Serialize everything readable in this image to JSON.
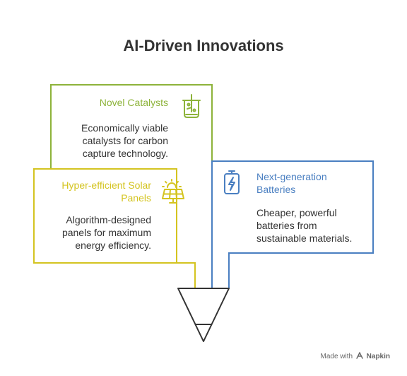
{
  "title": "AI-Driven Innovations",
  "colors": {
    "catalysts": "#8DB33A",
    "solar": "#D4C420",
    "batteries": "#4A7FC1",
    "funnel": "#333333"
  },
  "items": [
    {
      "heading": "Novel Catalysts",
      "lines": [
        "Economically viable",
        "catalysts for carbon",
        "capture technology."
      ],
      "icon": "beaker-icon"
    },
    {
      "heading_lines": [
        "Hyper-efficient Solar",
        "Panels"
      ],
      "lines": [
        "Algorithm-designed",
        "panels for maximum",
        "energy efficiency."
      ],
      "icon": "solar-panel-icon"
    },
    {
      "heading_lines": [
        "Next-generation",
        "Batteries"
      ],
      "lines": [
        "Cheaper, powerful",
        "batteries from",
        "sustainable materials."
      ],
      "icon": "battery-icon"
    }
  ],
  "footer": {
    "prefix": "Made with",
    "brand": "Napkin"
  }
}
